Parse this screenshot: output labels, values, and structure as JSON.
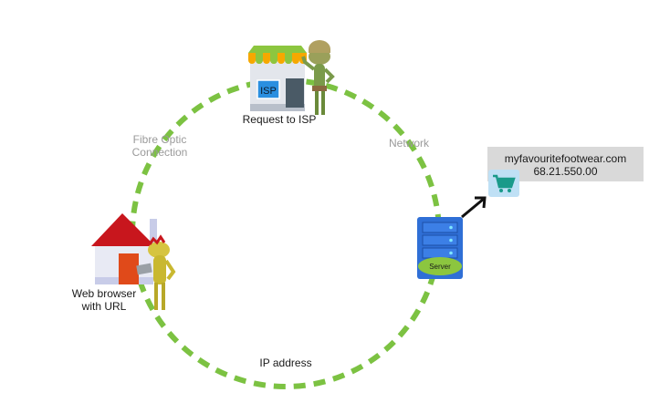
{
  "nodes": {
    "isp": {
      "label": "Request to ISP",
      "sign": "ISP"
    },
    "home": {
      "label_line1": "Web browser",
      "label_line2": "with URL"
    },
    "server": {
      "label": "Server"
    },
    "website": {
      "domain": "myfavouritefootwear.com",
      "ip": "68.21.550.00"
    }
  },
  "connections": {
    "fibre": {
      "line1": "Fibre Optic",
      "line2": "Connection"
    },
    "network": {
      "label": "Network"
    },
    "ip_address": {
      "label": "IP address"
    }
  },
  "colors": {
    "ring": "#7cc242",
    "roof": "#c8161d",
    "door": "#e04a1a",
    "server_blue": "#2f6fd6",
    "server_oval": "#8cc63f",
    "cart": "#1a9a8a",
    "cart_bg": "#bfe0f5",
    "site_box": "#d9d9d9"
  }
}
